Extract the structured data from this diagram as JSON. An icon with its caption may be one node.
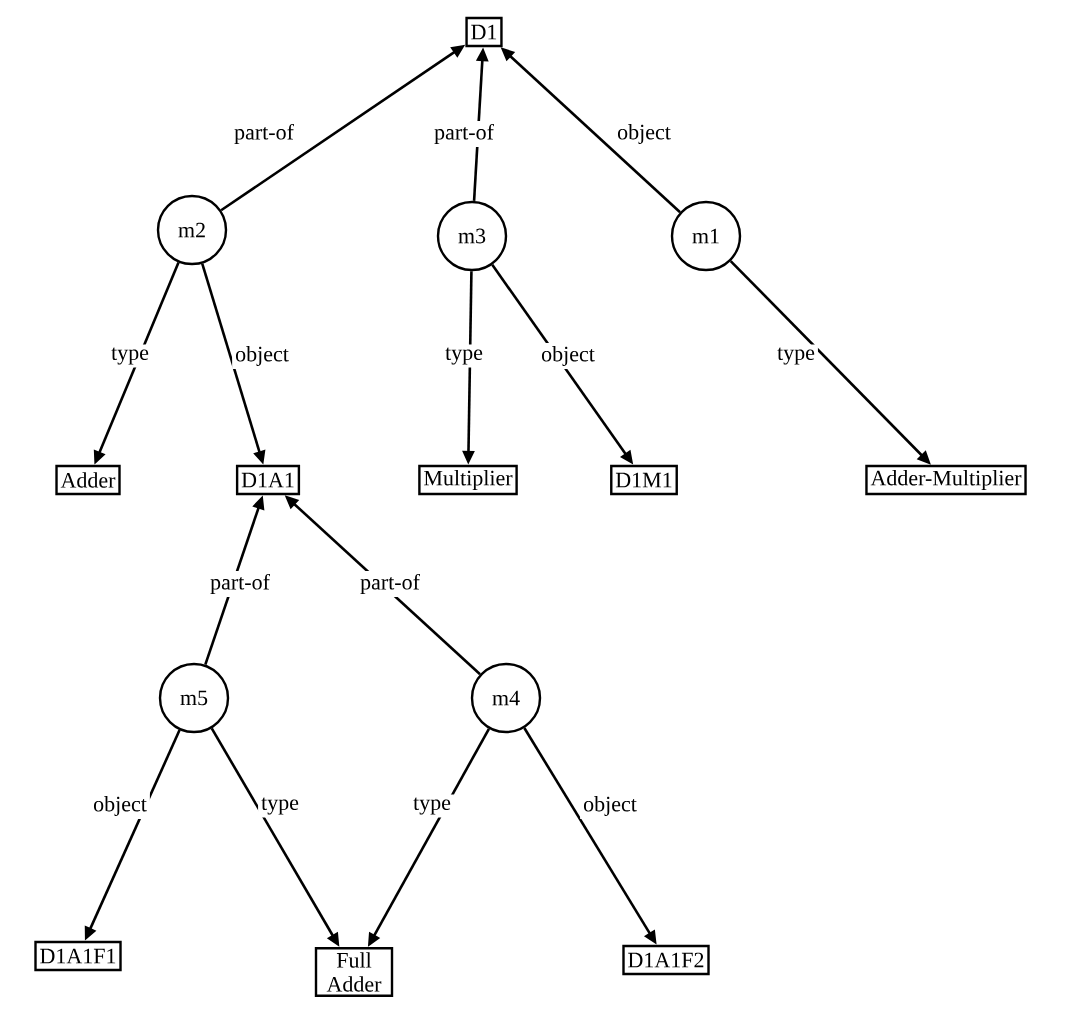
{
  "diagram": {
    "nodes": [
      {
        "text": [
          "D1"
        ]
      },
      {
        "text": [
          "m2"
        ]
      },
      {
        "text": [
          "m3"
        ]
      },
      {
        "text": [
          "m1"
        ]
      },
      {
        "text": [
          "Adder"
        ]
      },
      {
        "text": [
          "D1A1"
        ]
      },
      {
        "text": [
          "Multiplier"
        ]
      },
      {
        "text": [
          "D1M1"
        ]
      },
      {
        "text": [
          "Adder-Multiplier"
        ]
      },
      {
        "text": [
          "m5"
        ]
      },
      {
        "text": [
          "m4"
        ]
      },
      {
        "text": [
          "D1A1F1"
        ]
      },
      {
        "text": [
          "Full Adder"
        ]
      },
      {
        "text": [
          "D1A1F2"
        ]
      }
    ],
    "edges": [
      {
        "from": 1,
        "to": 0,
        "arrow": "to",
        "label": "part-of"
      },
      {
        "from": 2,
        "to": 0,
        "arrow": "to",
        "label": "part-of"
      },
      {
        "from": 3,
        "to": 0,
        "arrow": "to",
        "label": "object"
      },
      {
        "from": 1,
        "to": 4,
        "arrow": "to",
        "label": "type"
      },
      {
        "from": 1,
        "to": 5,
        "arrow": "to",
        "label": "object"
      },
      {
        "from": 2,
        "to": 6,
        "arrow": "to",
        "label": "type"
      },
      {
        "from": 2,
        "to": 7,
        "arrow": "to",
        "label": "object"
      },
      {
        "from": 3,
        "to": 8,
        "arrow": "to",
        "label": "type"
      },
      {
        "from": 9,
        "to": 5,
        "arrow": "to",
        "label": "part-of"
      },
      {
        "from": 10,
        "to": 5,
        "arrow": "to",
        "label": "part-of"
      },
      {
        "from": 9,
        "to": 11,
        "arrow": "to",
        "label": "object"
      },
      {
        "from": 9,
        "to": 12,
        "arrow": "to",
        "label": "type"
      },
      {
        "from": 10,
        "to": 12,
        "arrow": "to",
        "label": "type"
      },
      {
        "from": 10,
        "to": 13,
        "arrow": "to",
        "label": "object"
      }
    ]
  }
}
